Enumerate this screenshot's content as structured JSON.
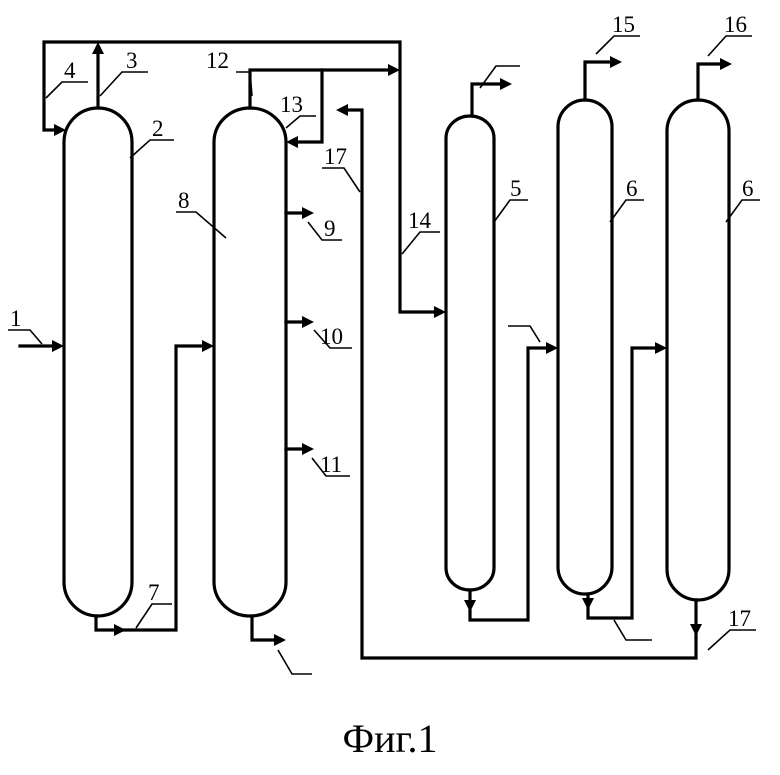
{
  "figure": {
    "caption": "Фиг.1",
    "labels": {
      "l1": "1",
      "l2": "2",
      "l3": "3",
      "l4": "4",
      "l5": "5",
      "l6a": "6",
      "l6b": "6",
      "l7": "7",
      "l8": "8",
      "l9": "9",
      "l10": "10",
      "l11": "11",
      "l12": "12",
      "l13": "13",
      "l14": "14",
      "l15": "15",
      "l16": "16",
      "l17a": "17",
      "l17b": "17"
    }
  }
}
